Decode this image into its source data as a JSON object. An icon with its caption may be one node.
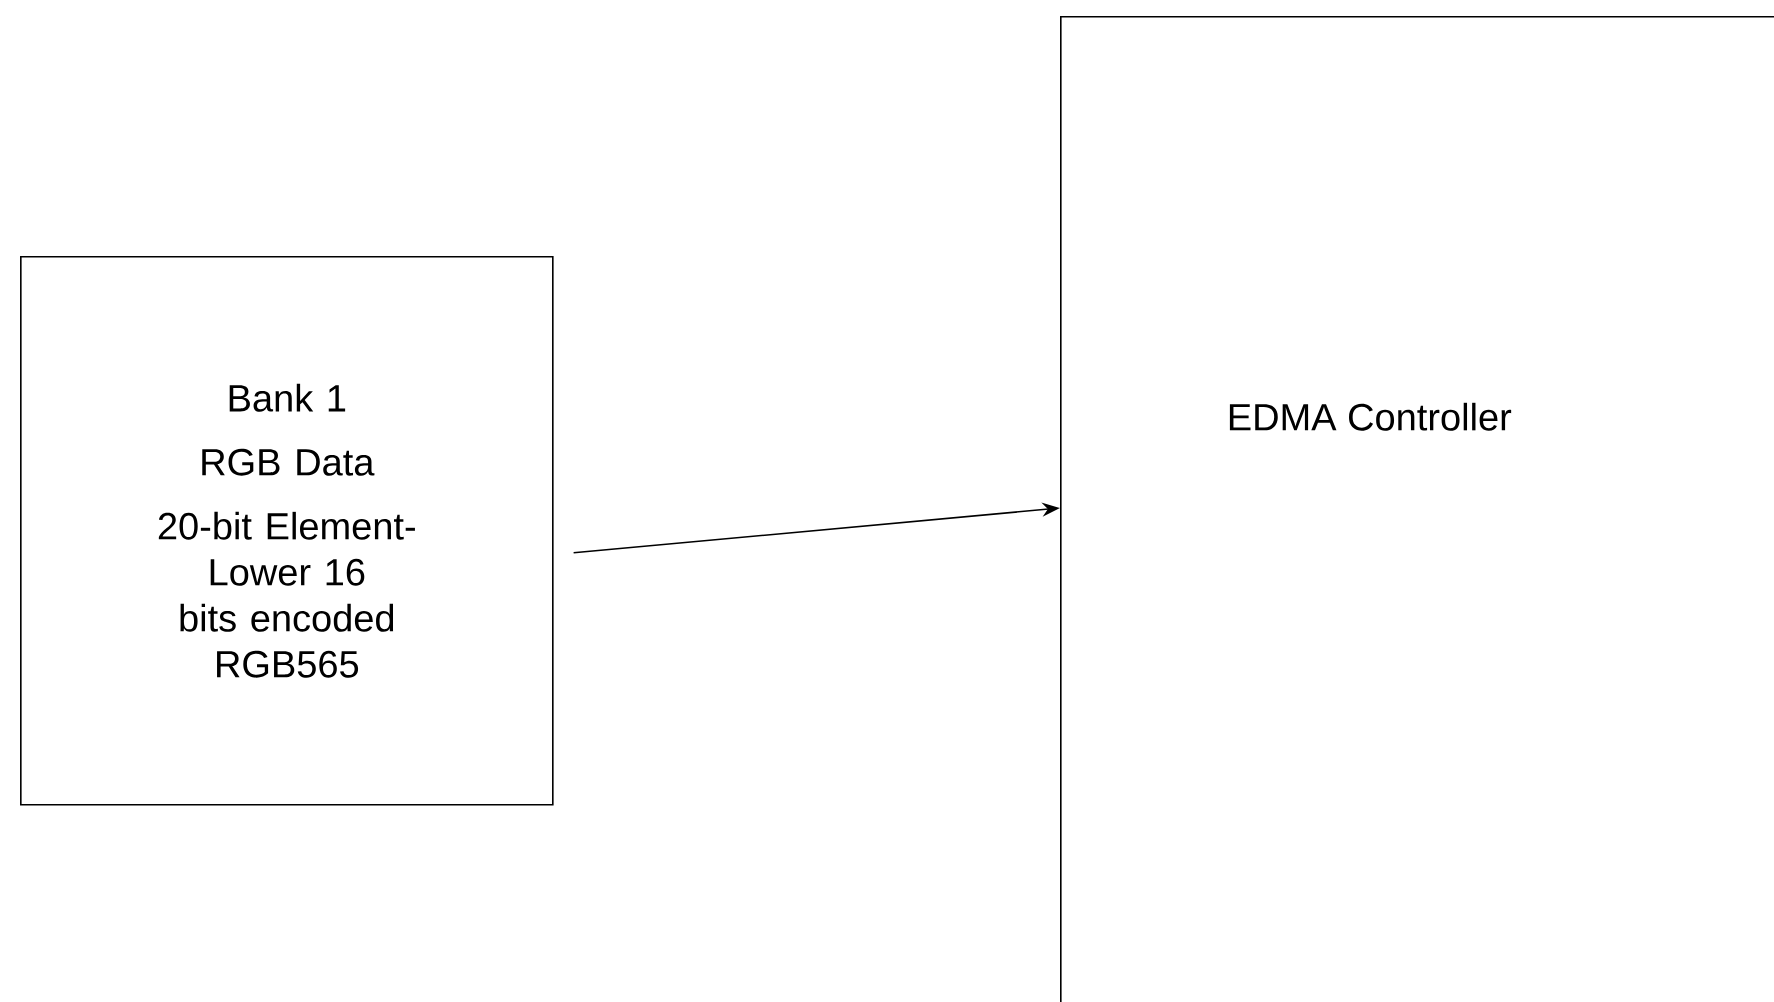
{
  "diagram": {
    "nodes": [
      {
        "text": [
          "Bank 1",
          "RGB Data",
          "20-bit Element- Lower 16 bits encoded RGB565"
        ]
      },
      {
        "text": [
          "EDMA Controller"
        ]
      }
    ],
    "edges": [
      {
        "from": 0,
        "to": 1,
        "arrow": "to"
      }
    ]
  }
}
